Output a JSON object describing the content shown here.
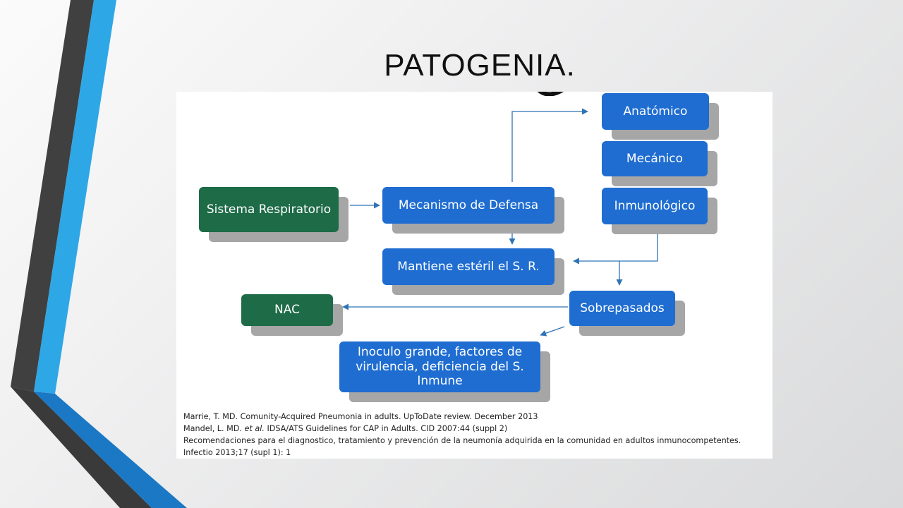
{
  "slide": {
    "title": "PATOGENIA."
  },
  "diagram": {
    "nodes": {
      "sistema": "Sistema Respiratorio",
      "mecanismo": "Mecanismo de Defensa",
      "anatomico": "Anatómico",
      "mecanico": "Mecánico",
      "inmunologico": "Inmunológico",
      "mantiene": "Mantiene estéril  el S. R.",
      "sobrepasados": "Sobrepasados",
      "nac": "NAC",
      "inoculo": "Inoculo grande, factores de virulencia, deficiencia del S. Inmune"
    },
    "colors": {
      "blue_box": "#1f6dd1",
      "green_box": "#1d6b47",
      "arrow": "#2e74b5",
      "shadow": "#a6a6a6"
    }
  },
  "references": {
    "line1": "Marrie, T. MD. Comunity-Acquired Pneumonia in adults. UpToDate review. December 2013",
    "line2_pre": "Mandel, L.  MD. ",
    "line2_em": "et al.",
    "line2_post": " IDSA/ATS Guidelines for CAP in Adults. CID 2007:44 (suppl 2)",
    "line3": "Recomendaciones para el diagnostico, tratamiento y prevención de la neumonía adquirida en la comunidad en adultos inmunocompetentes.",
    "line4": "Infectio 2013;17 (supl 1): 1"
  }
}
